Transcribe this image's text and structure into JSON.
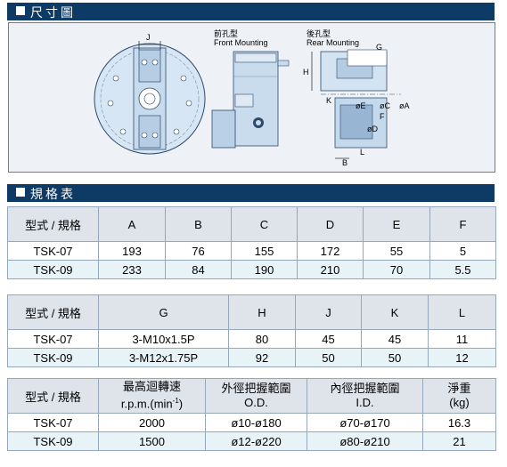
{
  "sections": {
    "dimension_title": "尺寸圖",
    "spec_title": "規格表"
  },
  "drawing": {
    "front_label_cn": "前孔型",
    "front_label_en": "Front Mounting",
    "rear_label_cn": "後孔型",
    "rear_label_en": "Rear Mounting",
    "dims": {
      "J": "J",
      "G": "G",
      "H": "H",
      "K": "K",
      "E": "øE",
      "C": "øC",
      "A": "øA",
      "D": "øD",
      "F": "F",
      "B": "B",
      "L": "L"
    }
  },
  "table1": {
    "headers": [
      "型式 / 規格",
      "A",
      "B",
      "C",
      "D",
      "E",
      "F"
    ],
    "rows": [
      [
        "TSK-07",
        "193",
        "76",
        "155",
        "172",
        "55",
        "5"
      ],
      [
        "TSK-09",
        "233",
        "84",
        "190",
        "210",
        "70",
        "5.5"
      ]
    ]
  },
  "table2": {
    "headers": [
      "型式 / 規格",
      "G",
      "H",
      "J",
      "K",
      "L"
    ],
    "rows": [
      [
        "TSK-07",
        "3-M10x1.5P",
        "80",
        "45",
        "45",
        "11"
      ],
      [
        "TSK-09",
        "3-M12x1.75P",
        "92",
        "50",
        "50",
        "12"
      ]
    ]
  },
  "table3": {
    "headers": [
      {
        "top": "型式 / 規格",
        "bottom": ""
      },
      {
        "top": "最高迴轉速",
        "bottom": "r.p.m.(min",
        "sup": "-1",
        "after": ")"
      },
      {
        "top": "外徑把握範圍",
        "bottom": "O.D."
      },
      {
        "top": "內徑把握範圍",
        "bottom": "I.D."
      },
      {
        "top": "淨重",
        "bottom": "(kg)"
      }
    ],
    "rows": [
      [
        "TSK-07",
        "2000",
        "ø10-ø180",
        "ø70-ø170",
        "16.3"
      ],
      [
        "TSK-09",
        "1500",
        "ø12-ø220",
        "ø80-ø210",
        "21"
      ]
    ]
  },
  "colors": {
    "header_bar": "#0e3a66",
    "table_header_bg": "#dfe3ea",
    "row_alt_bg": "#e7f3f7",
    "drawing_bg": "#eef1f6"
  }
}
